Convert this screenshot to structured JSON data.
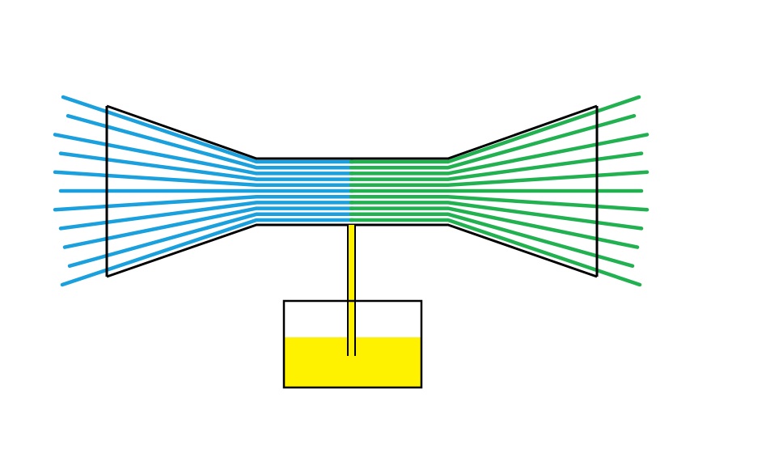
{
  "diagram": {
    "line_count_per_side": 11,
    "colors": {
      "inlet_lines": "#1aa0dd",
      "outlet_lines": "#22b150",
      "outline": "#000000",
      "liquid": "#fff200",
      "background": "#ffffff"
    },
    "components": [
      "inlet-cone",
      "throat",
      "outlet-cone",
      "suction-tube",
      "reservoir",
      "reservoir-liquid"
    ]
  }
}
